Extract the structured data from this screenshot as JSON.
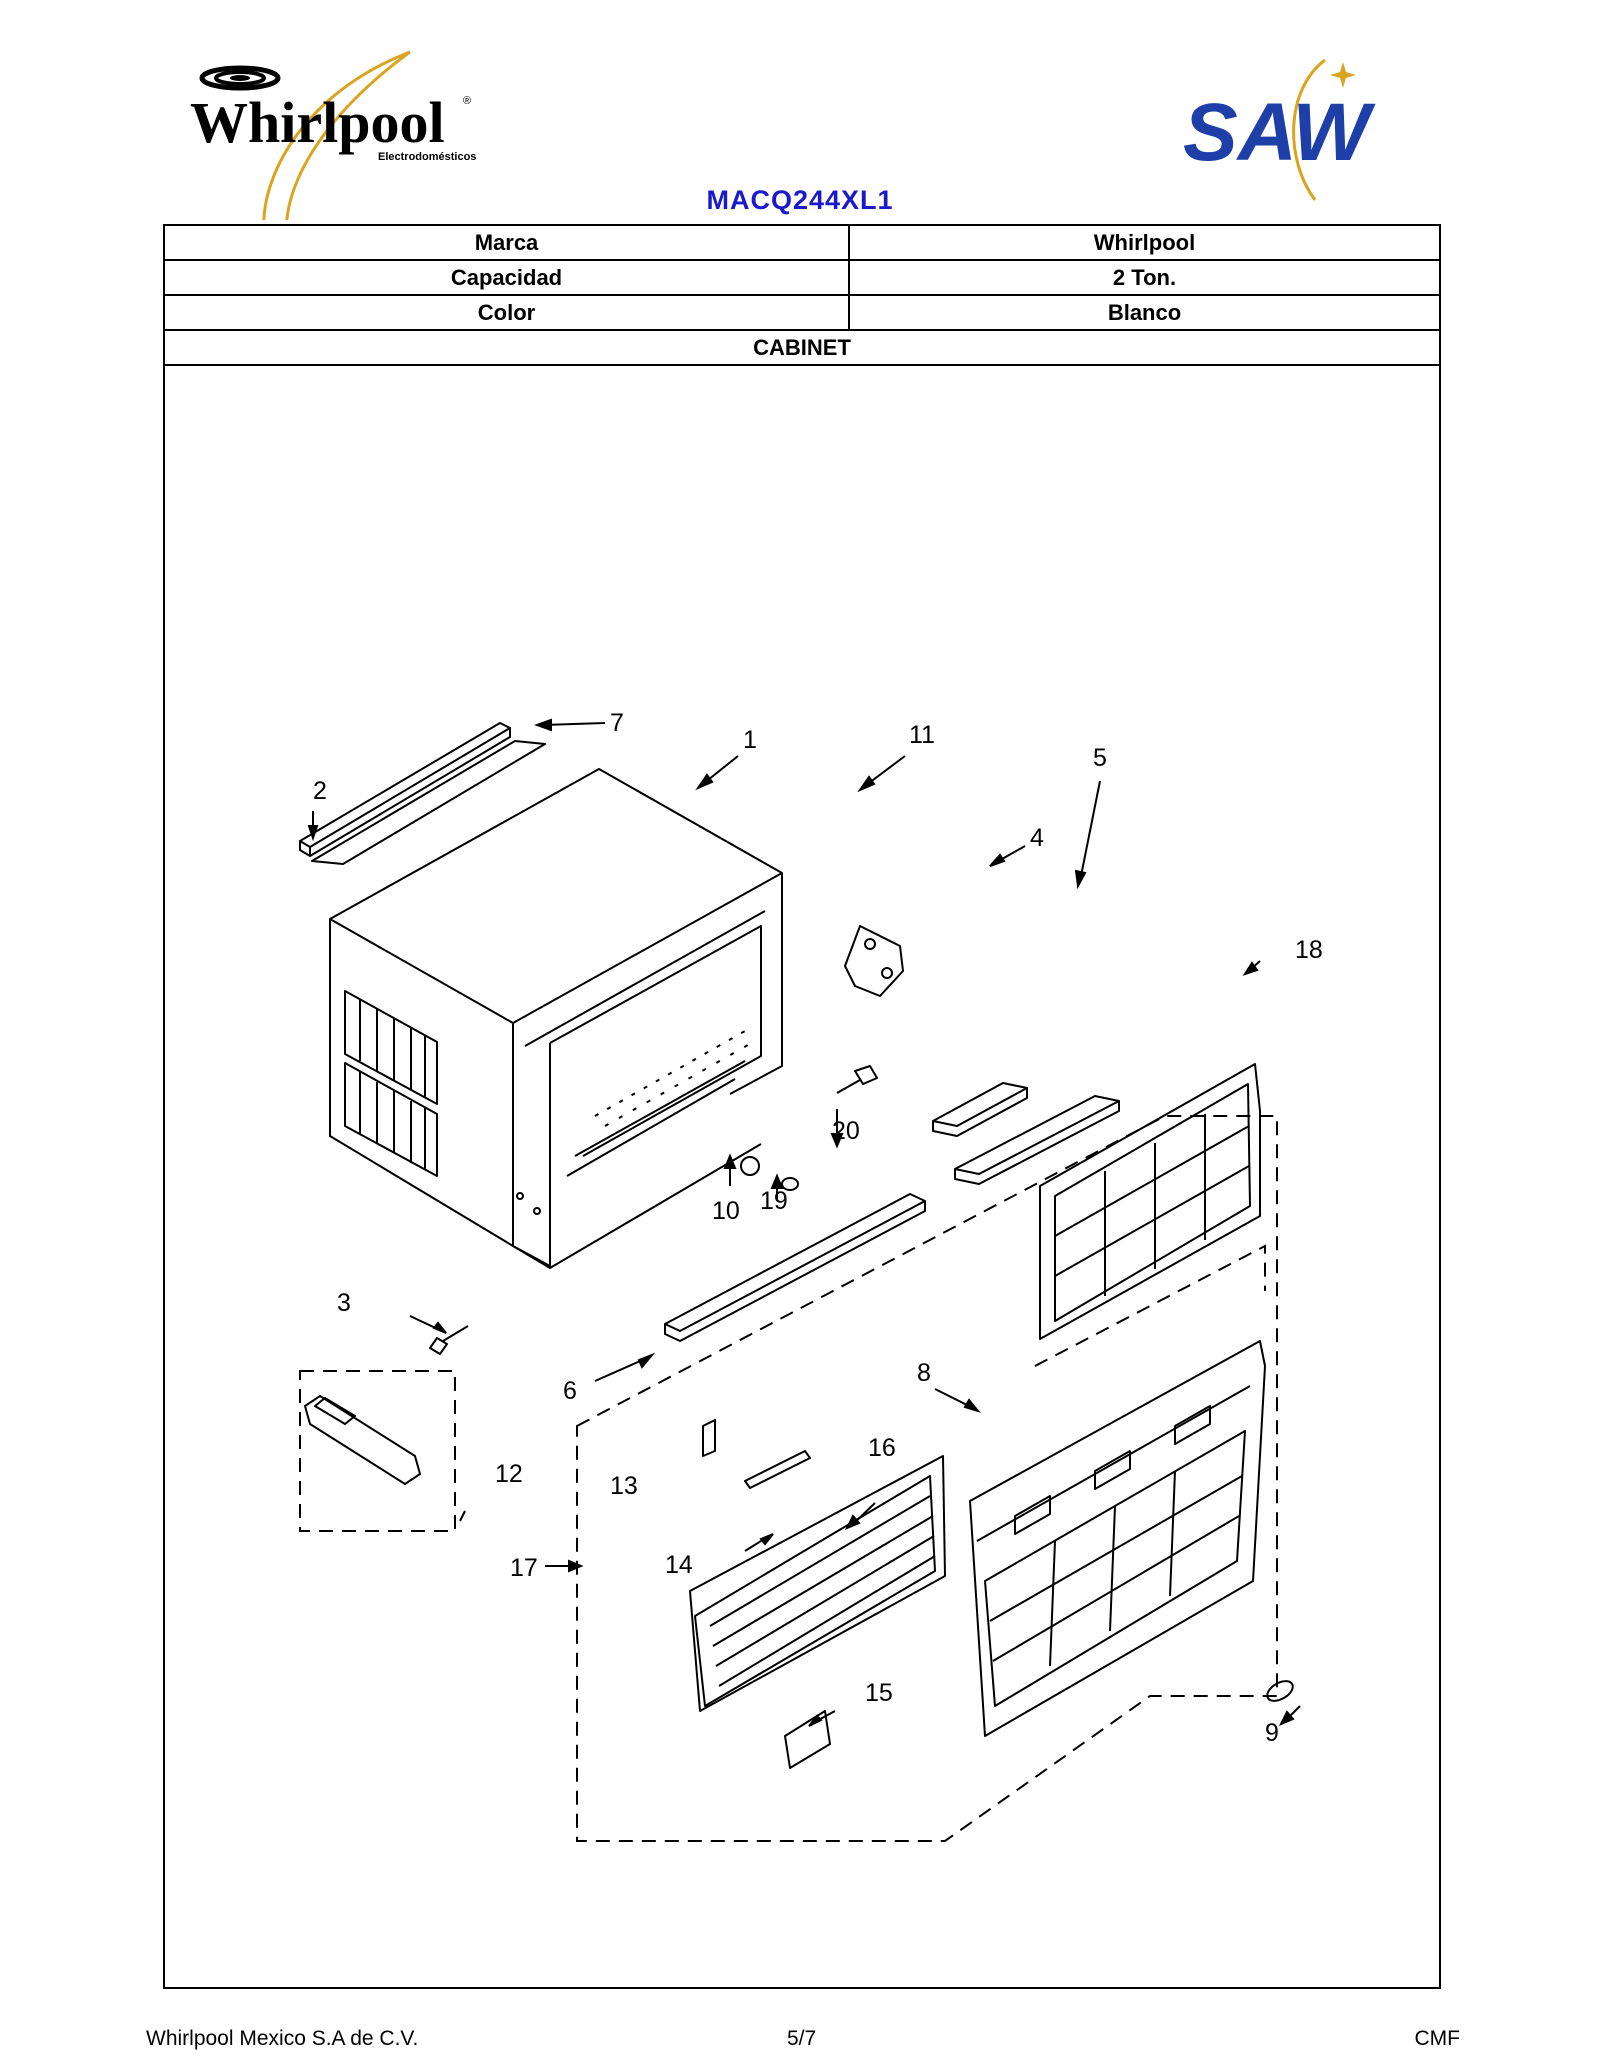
{
  "header": {
    "brand_logo_text": "Whirlpool",
    "brand_logo_sub": "Electrodomésticos",
    "partner_logo_text": "SAW",
    "model": "MACQ244XL1"
  },
  "specs": [
    {
      "label": "Marca",
      "value": "Whirlpool"
    },
    {
      "label": "Capacidad",
      "value": "2 Ton."
    },
    {
      "label": "Color",
      "value": "Blanco"
    }
  ],
  "section_title": "CABINET",
  "callouts": {
    "c1": "1",
    "c2": "2",
    "c3": "3",
    "c4": "4",
    "c5": "5",
    "c6": "6",
    "c7": "7",
    "c8": "8",
    "c9": "9",
    "c10": "10",
    "c11": "11",
    "c12": "12",
    "c13": "13",
    "c14": "14",
    "c15": "15",
    "c16": "16",
    "c17": "17",
    "c18": "18",
    "c19": "19",
    "c20": "20"
  },
  "footer": {
    "company": "Whirlpool Mexico S.A de C.V.",
    "page": "5/7",
    "code": "CMF"
  }
}
